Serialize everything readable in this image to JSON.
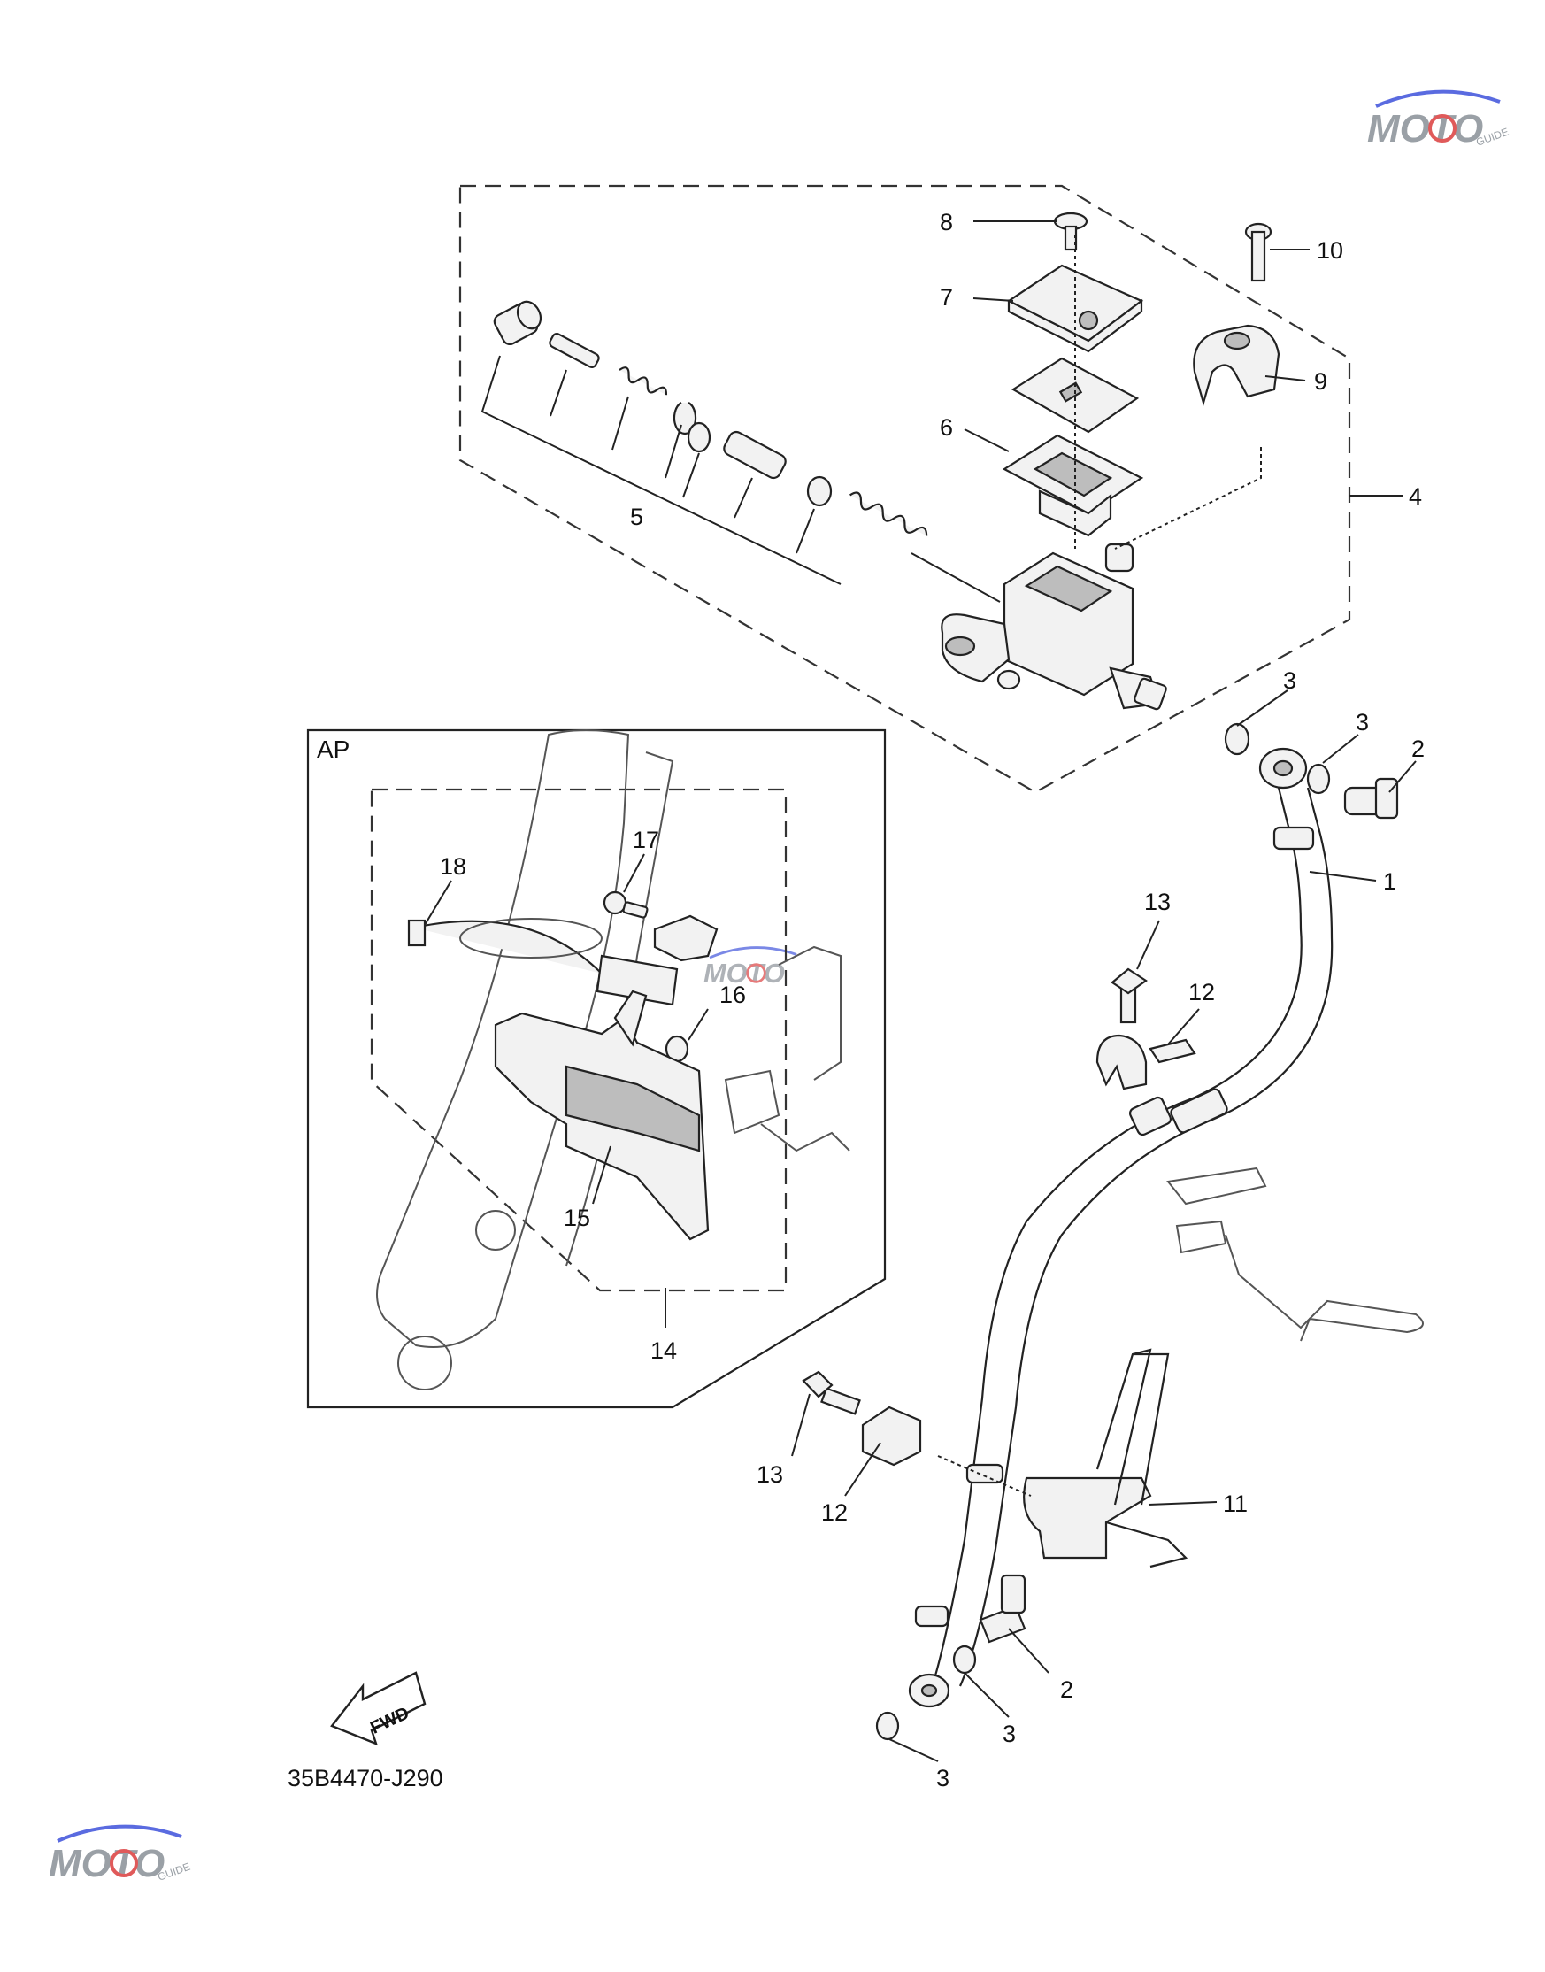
{
  "diagram_code": "35B4470-J290",
  "inset": {
    "label": "AP"
  },
  "fwd_arrow": {
    "text": "FWD"
  },
  "watermark": {
    "text": "MOTO",
    "sub": "GUIDE",
    "colors": {
      "gray": "#9aa0a6",
      "red": "#e05a5a",
      "blue": "#5a6be0"
    }
  },
  "callouts": {
    "c1": "1",
    "c2a": "2",
    "c2b": "2",
    "c3a": "3",
    "c3b": "3",
    "c3c": "3",
    "c3d": "3",
    "c4": "4",
    "c5": "5",
    "c6": "6",
    "c7": "7",
    "c8": "8",
    "c9": "9",
    "c10": "10",
    "c11": "11",
    "c12a": "12",
    "c12b": "12",
    "c13a": "13",
    "c13b": "13",
    "c14": "14",
    "c15": "15",
    "c16": "16",
    "c17": "17",
    "c18": "18"
  }
}
